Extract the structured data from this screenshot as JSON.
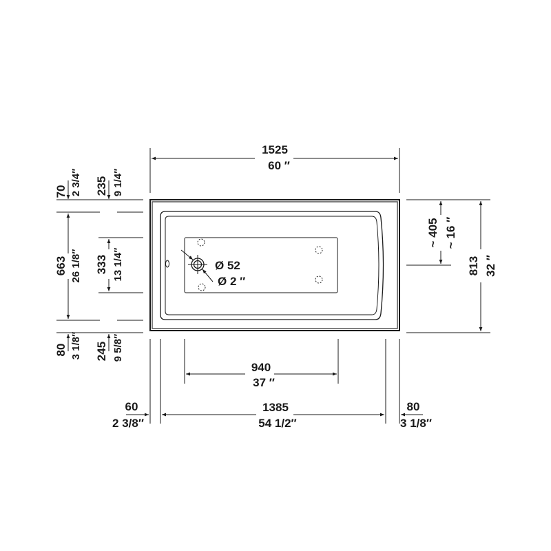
{
  "drawing": {
    "title": "Bathtub plan view dimensions",
    "colors": {
      "line": "#1a1a1a",
      "rim": "#555555",
      "background": "#ffffff"
    },
    "dimensions": {
      "overall_width": {
        "mm": "1525",
        "inch": "60 ″"
      },
      "overall_depth": {
        "mm": "813",
        "inch": "32 ″"
      },
      "drain_offset_right": {
        "mm": "~ 405",
        "inch": "~ 16 ″"
      },
      "top_rim_1": {
        "mm": "70",
        "inch": "2 3/4″"
      },
      "top_rim_2": {
        "mm": "235",
        "inch": "9 1/4″"
      },
      "interior_depth": {
        "mm": "663",
        "inch": "26 1/8″"
      },
      "floor_depth": {
        "mm": "333",
        "inch": "13 1/4″"
      },
      "bottom_rim_1": {
        "mm": "80",
        "inch": "3 1/8″"
      },
      "bottom_rim_2": {
        "mm": "245",
        "inch": "9 5/8″"
      },
      "floor_length": {
        "mm": "940",
        "inch": "37 ″"
      },
      "interior_length": {
        "mm": "1385",
        "inch": "54 1/2″"
      },
      "left_rim": {
        "mm": "60",
        "inch": "2 3/8″"
      },
      "right_rim": {
        "mm": "80",
        "inch": "3 1/8″"
      },
      "drain_diameter": {
        "mm": "Ø 52",
        "inch": "Ø 2 ″"
      }
    }
  }
}
